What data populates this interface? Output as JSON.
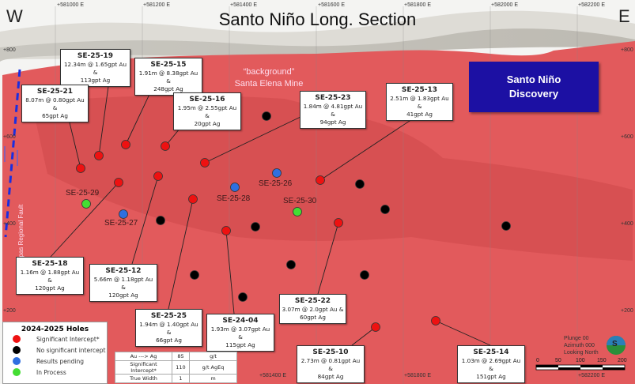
{
  "title": "Santo Niño Long. Section",
  "direction_west": "W",
  "direction_east": "E",
  "easting_labels": [
    "+581000 E",
    "+581200 E",
    "+581400 E",
    "+581600 E",
    "+581800 E",
    "+582000 E",
    "+582200 E"
  ],
  "bottom_easting_labels": [
    "+581400 E",
    "+581800 E",
    "+582200 E"
  ],
  "elevation_labels": [
    "+800",
    "+600",
    "+400",
    "+200"
  ],
  "background_note": {
    "line1": "“background”",
    "line2": "Santa Elena Mine"
  },
  "discovery": {
    "line1": "Santo Niño",
    "line2": "Discovery",
    "color": "#1c10a3"
  },
  "fault_label": "SE-Las Chispas Regional Fault",
  "callouts": [
    {
      "hole": "SE-25-19",
      "l1": "12.34m @ 1.65gpt Au &",
      "l2": "113gpt Ag"
    },
    {
      "hole": "SE-25-15",
      "l1": "1.91m @ 8.38gpt Au &",
      "l2": "248gpt Ag"
    },
    {
      "hole": "SE-25-21",
      "l1": "8.07m @ 0.80gpt Au &",
      "l2": "65gpt Ag"
    },
    {
      "hole": "SE-25-16",
      "l1": "1.95m @ 2.55gpt Au &",
      "l2": "20gpt Ag"
    },
    {
      "hole": "SE-25-23",
      "l1": "1.84m @ 4.81gpt Au &",
      "l2": "94gpt Ag"
    },
    {
      "hole": "SE-25-13",
      "l1": "2.51m @ 1.83gpt Au &",
      "l2": "41gpt Ag"
    },
    {
      "hole": "SE-25-18",
      "l1": "1.16m @ 1.88gpt Au &",
      "l2": "120gpt Ag"
    },
    {
      "hole": "SE-25-12",
      "l1": "5.66m @ 1.18gpt Au &",
      "l2": "120gpt Ag"
    },
    {
      "hole": "SE-25-25",
      "l1": "1.94m @ 1.40gpt Au &",
      "l2": "66gpt Ag"
    },
    {
      "hole": "SE-24-04",
      "l1": "1.93m @ 3.07gpt Au &",
      "l2": "115gpt Ag"
    },
    {
      "hole": "SE-25-22",
      "l1": "3.07m @ 2.0gpt Au &",
      "l2": "60gpt Ag"
    },
    {
      "hole": "SE-25-10",
      "l1": "2.73m @ 0.81gpt Au &",
      "l2": "84gpt Ag"
    },
    {
      "hole": "SE-25-14",
      "l1": "1.03m @ 2.69gpt Au &",
      "l2": "151gpt Ag"
    }
  ],
  "hole_labels": [
    "SE-25-29",
    "SE-25-27",
    "SE-25-28",
    "SE-25-26",
    "SE-25-30"
  ],
  "legend": {
    "title": "2024-2025 Holes",
    "items": [
      {
        "label": "Significant Intercept*",
        "color": "#ee1111"
      },
      {
        "label": "No significant intercept",
        "color": "#000000"
      },
      {
        "label": "Results pending",
        "color": "#2f6fe0"
      },
      {
        "label": "In Process",
        "color": "#44dd33"
      }
    ]
  },
  "params_table": [
    [
      "Au ---> Ag",
      "85",
      "g/t"
    ],
    [
      "Significant Intercept*",
      "110",
      "g/t AgEq"
    ],
    [
      "True Width",
      "1",
      "m"
    ]
  ],
  "view": {
    "plunge": "Plunge 00",
    "azimuth": "Azimuth 000",
    "looking": "Looking North"
  },
  "scale_labels": [
    "0",
    "50",
    "100",
    "150",
    "200"
  ],
  "compass_letter": "S"
}
